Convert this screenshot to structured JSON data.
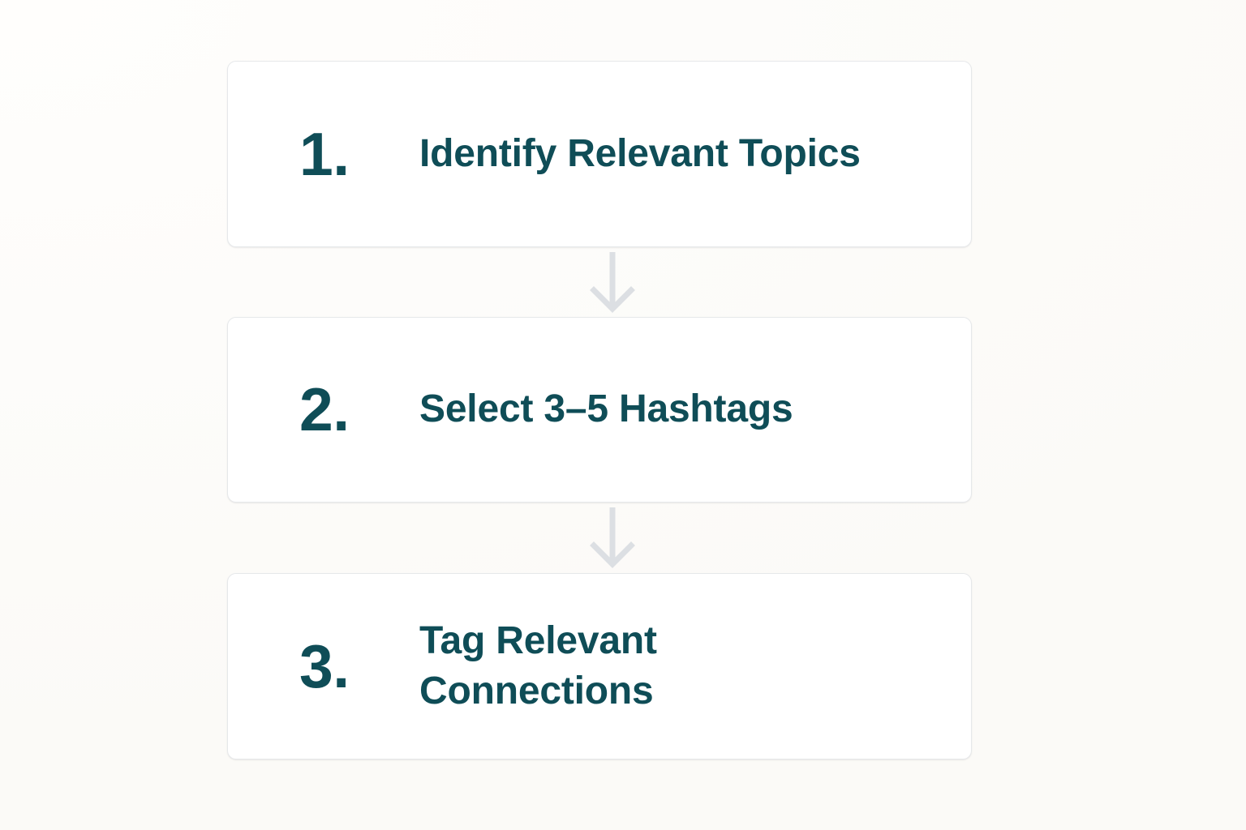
{
  "diagram": {
    "type": "vertical-flow",
    "title": "",
    "background_color": "#fdfcfa",
    "accent_color": "#0f4d57",
    "card_background": "#ffffff",
    "card_border_color": "#e6e8ea",
    "connector_color": "#dcdfe3",
    "steps": [
      {
        "number": "1.",
        "label": "Identify Relevant Topics"
      },
      {
        "number": "2.",
        "label": "Select 3–5 Hashtags"
      },
      {
        "number": "3.",
        "label": "Tag Relevant\nConnections"
      }
    ],
    "connectors": [
      {
        "from": "1.",
        "to": "2.",
        "icon": "arrow-down-icon"
      },
      {
        "from": "2.",
        "to": "3.",
        "icon": "arrow-down-icon"
      }
    ]
  }
}
